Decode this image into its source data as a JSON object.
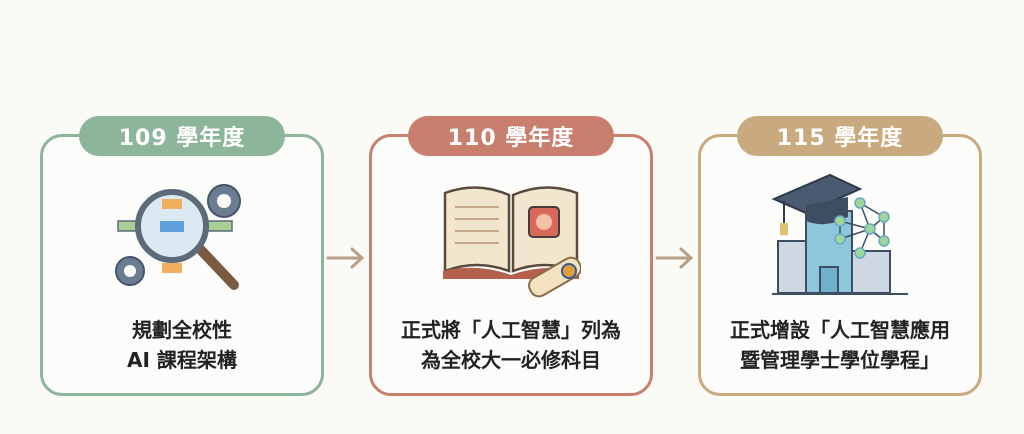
{
  "steps": [
    {
      "year": "109 學年度",
      "line1": "規劃全校性",
      "line2": "AI 課程架構",
      "icon": "magnifier-flowchart-gears-icon",
      "color": "#8db59a"
    },
    {
      "year": "110 學年度",
      "line1": "正式將「人工智慧」列為",
      "line2": "為全校大一必修科目",
      "icon": "book-chip-diploma-icon",
      "color": "#c97f6e"
    },
    {
      "year": "115 學年度",
      "line1": "正式增設「人工智慧應用",
      "line2": "暨管理學士學位學程」",
      "icon": "graduation-building-network-icon",
      "color": "#c9aa7e"
    }
  ]
}
